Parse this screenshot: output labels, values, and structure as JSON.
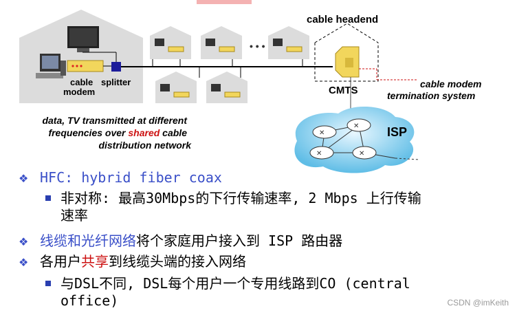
{
  "diagram": {
    "headend_label": "cable headend",
    "cmts_label": "CMTS",
    "cmts_desc_line1": "cable modem",
    "cmts_desc_line2": "termination system",
    "isp_label": "ISP",
    "cable_label": "cable",
    "modem_label": "modem",
    "splitter_label": "splitter",
    "ellipsis": "• • •",
    "note_line1": "data, TV transmitted at different",
    "note_line2_pre": "frequencies over ",
    "note_line2_shared": "shared",
    "note_line2_post": " cable",
    "note_line3": "distribution network"
  },
  "bullets": {
    "b1": "HFC: hybrid fiber coax",
    "b1_sub_line1": "非对称: 最高30Mbps的下行传输速率, 2 Mbps 上行传输",
    "b1_sub_line2": "速率",
    "b2_highlight": "线缆和光纤网络",
    "b2_rest": "将个家庭用户接入到 ISP 路由器",
    "b3_pre": "各用户",
    "b3_highlight": "共享",
    "b3_post": "到线缆头端的接入网络",
    "b3_sub_line1": "与DSL不同, DSL每个用户一个专用线路到CO (central",
    "b3_sub_line2": "office)"
  },
  "watermark": "CSDN @imKeith",
  "colors": {
    "accent_blue": "#3a4fc8",
    "highlight_red": "#cc1111",
    "cloud_blue": "#9fd6f0",
    "house_gray": "#dcdcdc"
  }
}
